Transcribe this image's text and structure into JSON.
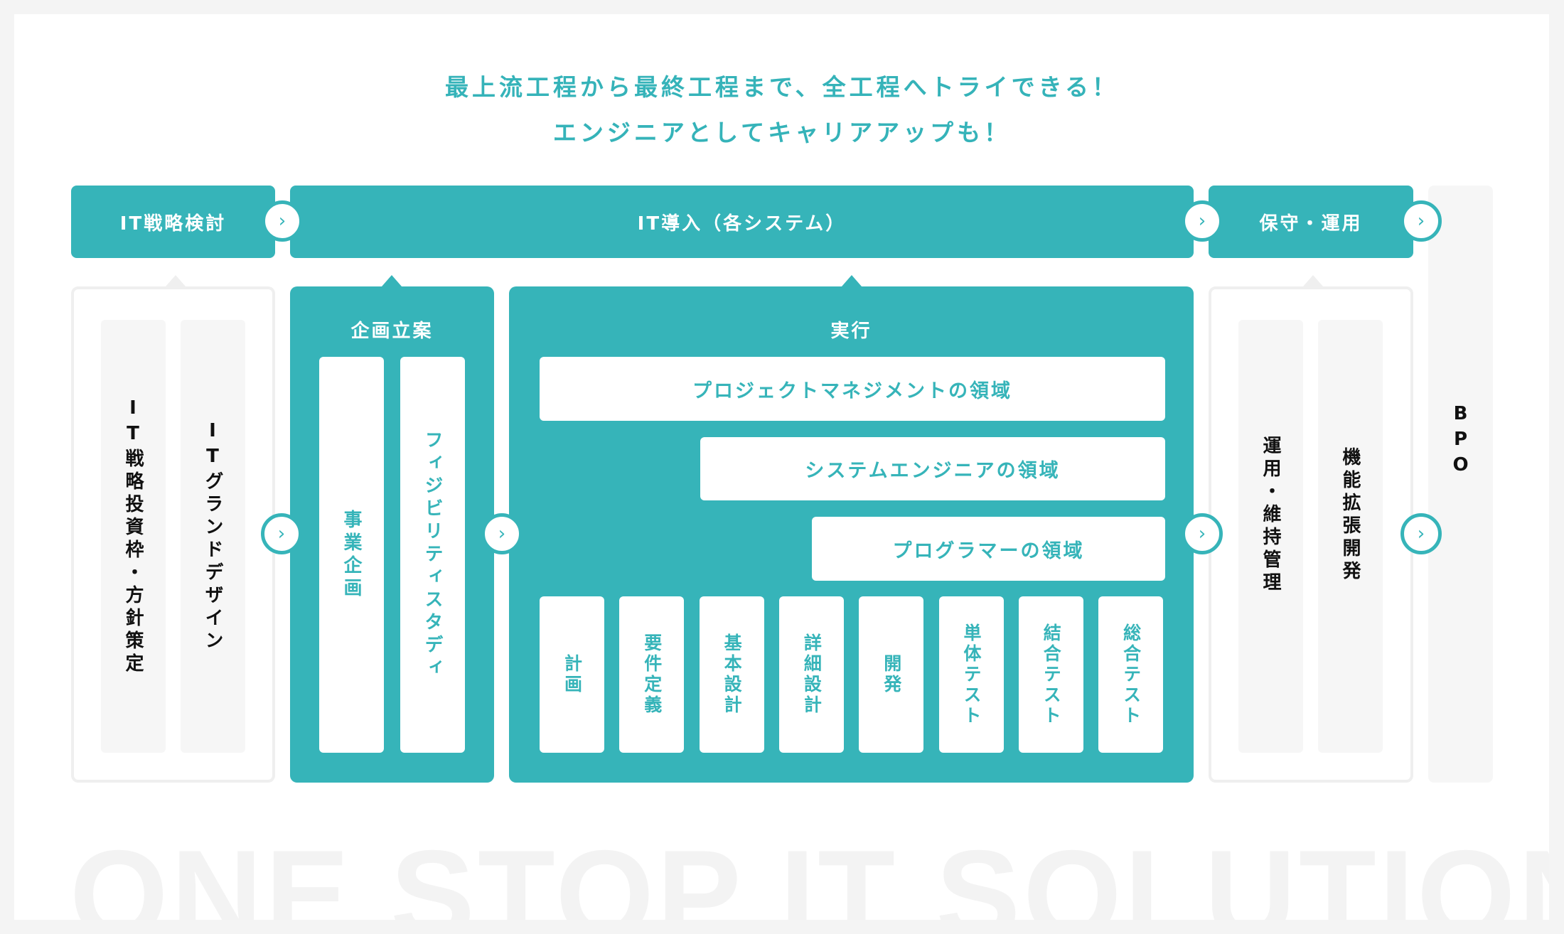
{
  "headline": {
    "line1": "最上流工程から最終工程まで、全工程へトライできる！",
    "line2": "エンジニアとしてキャリアアップも！"
  },
  "phases": [
    {
      "label": "IT戦略検討"
    },
    {
      "label": "IT導入（各システム）"
    },
    {
      "label": "保守・運用"
    },
    {
      "label": "BPO"
    }
  ],
  "arrow_glyph": "›",
  "strategy": {
    "items": [
      "IT戦略投資枠・方針策定",
      "ITグランドデザイン"
    ]
  },
  "planning": {
    "title": "企画立案",
    "items": [
      "事業企画",
      "フィジビリティスタディ"
    ]
  },
  "execution": {
    "title": "実行",
    "domains": [
      "プロジェクトマネジメントの領域",
      "システムエンジニアの領域",
      "プログラマーの領域"
    ],
    "steps": [
      "計画",
      "要件定義",
      "基本設計",
      "詳細設計",
      "開発",
      "単体テスト",
      "結合テスト",
      "総合テスト"
    ]
  },
  "maintenance": {
    "items": [
      "運用・維持管理",
      "機能拡張開発"
    ]
  },
  "watermark": "ONE STOP IT SOLUTION",
  "colors": {
    "accent": "#36b4b9",
    "panel_grey": "#f6f6f6"
  }
}
